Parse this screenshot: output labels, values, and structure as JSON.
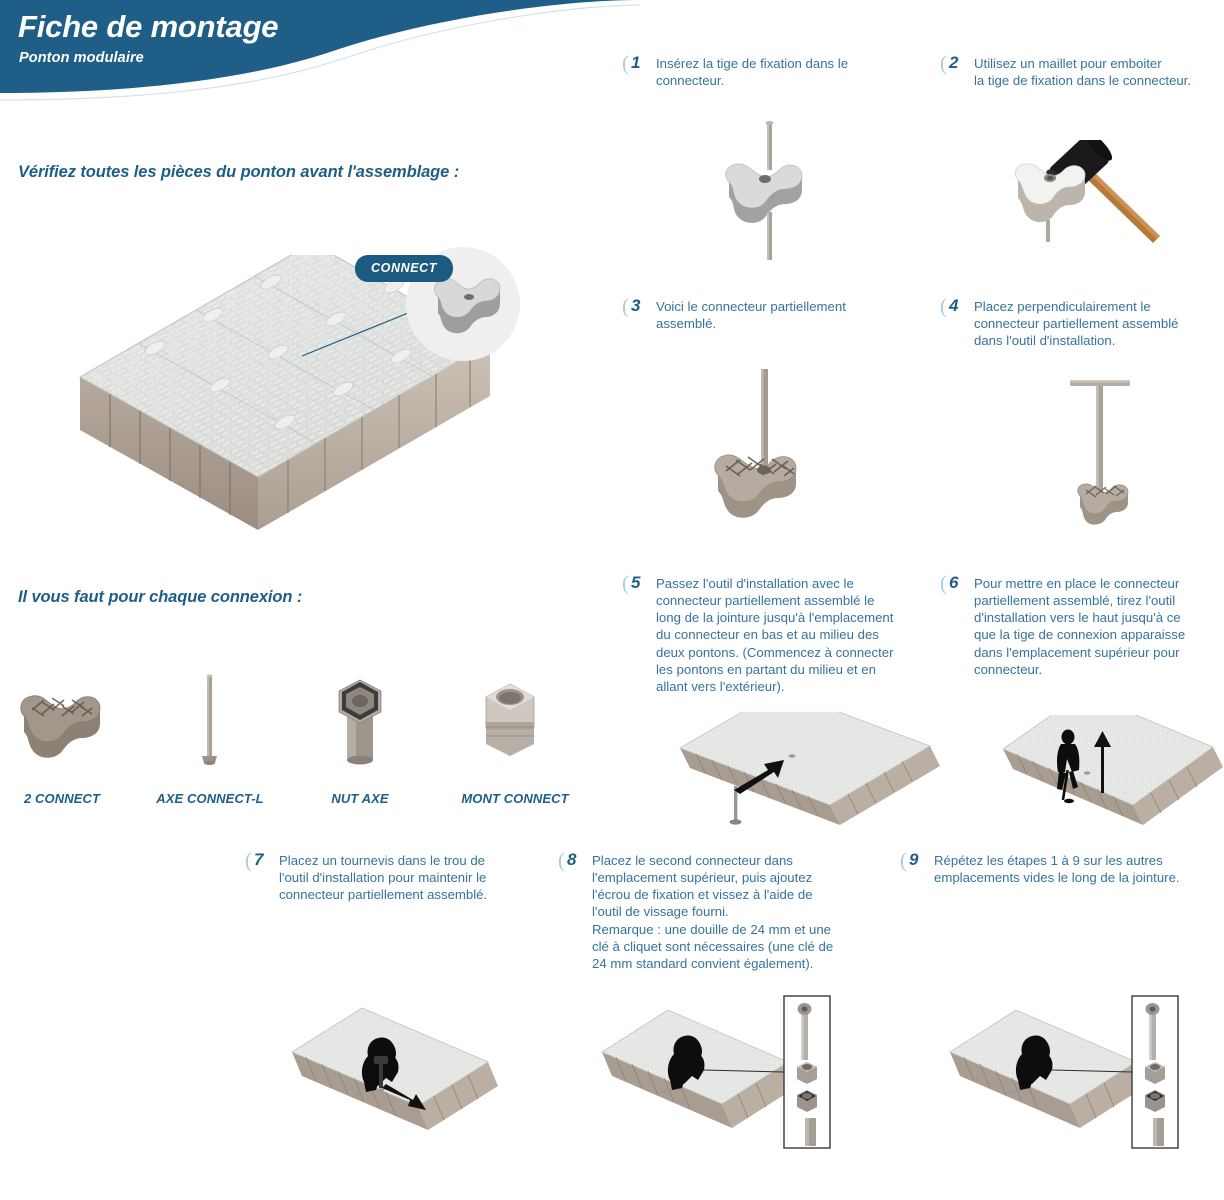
{
  "header": {
    "title": "Fiche de montage",
    "subtitle": "Ponton modulaire",
    "bg_color": "#1f5f87"
  },
  "sections": {
    "check_heading": "Vérifiez toutes les pièces du ponton avant l'assemblage :",
    "need_heading": "Il vous faut pour chaque connexion :"
  },
  "callout": {
    "badge_label": "CONNECT"
  },
  "parts": [
    {
      "name": "2 CONNECT",
      "icon": "connector-lattice-icon"
    },
    {
      "name": "AXE CONNECT-L",
      "icon": "long-rod-icon"
    },
    {
      "name": "NUT AXE",
      "icon": "hex-nut-bolt-icon"
    },
    {
      "name": "MONT CONNECT",
      "icon": "mounting-sleeve-icon"
    }
  ],
  "steps": [
    {
      "number": "1",
      "bracket": "(",
      "text": "Insérez la tige de fixation dans le\nconnecteur."
    },
    {
      "number": "2",
      "bracket": "(",
      "text": "Utilisez un maillet pour emboiter\nla tige de fixation dans le connecteur."
    },
    {
      "number": "3",
      "bracket": "(",
      "text": "Voici le connecteur partiellement\nassemblé."
    },
    {
      "number": "4",
      "bracket": "(",
      "text": "Placez perpendiculairement le\nconnecteur partiellement assemblé\ndans l'outil d'installation."
    },
    {
      "number": "5",
      "bracket": "(",
      "text": "Passez l'outil d'installation avec le\nconnecteur partiellement assemblé le\nlong de la jointure jusqu'à l'emplacement\ndu connecteur en bas et au milieu des\ndeux pontons. (Commencez à connecter\nles pontons en partant du milieu et en\nallant vers l'extérieur)."
    },
    {
      "number": "6",
      "bracket": "(",
      "text": "Pour mettre en place le connecteur\npartiellement assemblé, tirez l'outil\nd'installation vers le haut jusqu'à ce\nque la tige de connexion apparaisse\ndans l'emplacement supérieur pour\nconnecteur."
    },
    {
      "number": "7",
      "bracket": "(",
      "text": "Placez un tournevis dans le trou de\nl'outil d'installation pour maintenir le\nconnecteur partiellement assemblé."
    },
    {
      "number": "8",
      "bracket": "(",
      "text": "Placez le second connecteur dans\nl'emplacement supérieur, puis ajoutez\nl'écrou de fixation et vissez à l'aide de\nl'outil de vissage fourni.\nRemarque : une douille de 24 mm et une\nclé à cliquet sont nécessaires (une clé de\n24 mm standard convient également)."
    },
    {
      "number": "9",
      "bracket": "(",
      "text": "Répétez les étapes 1 à 9 sur les autres\nemplacements vides le long de la jointure."
    }
  ],
  "colors": {
    "brand_blue": "#1f5f87",
    "text_blue": "#35749c",
    "bracket_blue": "#a8cde3",
    "deck_top": "#e4e6e4",
    "deck_side": "#a89a8e",
    "part_gray": "#9d9086"
  }
}
